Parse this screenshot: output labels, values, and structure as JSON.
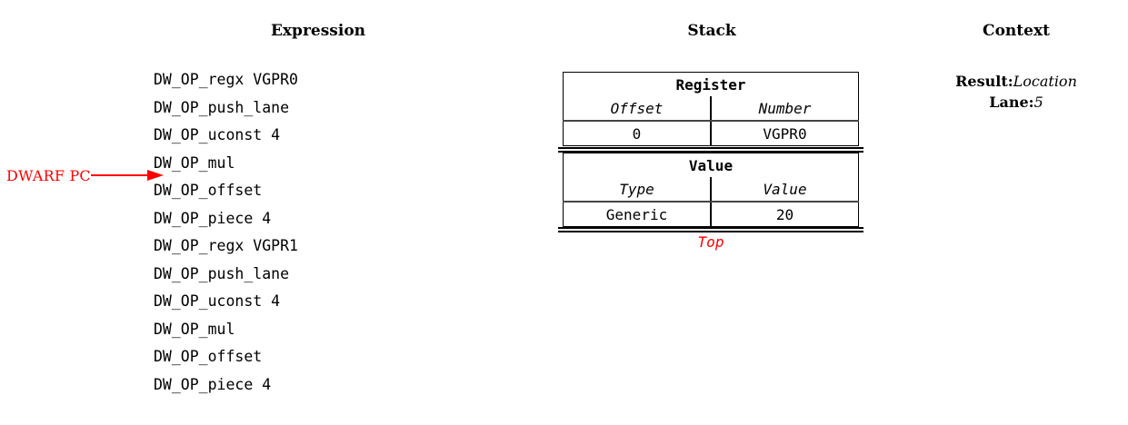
{
  "headings": {
    "expression": "Expression",
    "stack": "Stack",
    "context": "Context"
  },
  "expression": {
    "lines": [
      "DW_OP_regx VGPR0",
      "DW_OP_push_lane",
      "DW_OP_uconst 4",
      "DW_OP_mul",
      "DW_OP_offset",
      "DW_OP_piece 4",
      "DW_OP_regx VGPR1",
      "DW_OP_push_lane",
      "DW_OP_uconst 4",
      "DW_OP_mul",
      "DW_OP_offset",
      "DW_OP_piece 4"
    ],
    "pointer": {
      "label": "DWARF PC",
      "color": "#ff0000",
      "target_line_index": 4,
      "target_line_text": "DW_OP_offset"
    }
  },
  "stack": {
    "entries": [
      {
        "title": "Register",
        "columns": [
          "Offset",
          "Number"
        ],
        "values": [
          "0",
          "VGPR0"
        ],
        "value_colors": [
          "#000000",
          "#000000"
        ]
      },
      {
        "title": "Value",
        "columns": [
          "Type",
          "Value"
        ],
        "values": [
          "Generic",
          "20"
        ],
        "value_colors": [
          "#000000",
          "#ff0000"
        ]
      }
    ],
    "top_label": "Top",
    "top_label_color": "#ff0000"
  },
  "context": {
    "rows": [
      {
        "key": "Result:",
        "value": "Location"
      },
      {
        "key": "Lane:",
        "value": "5"
      }
    ]
  }
}
